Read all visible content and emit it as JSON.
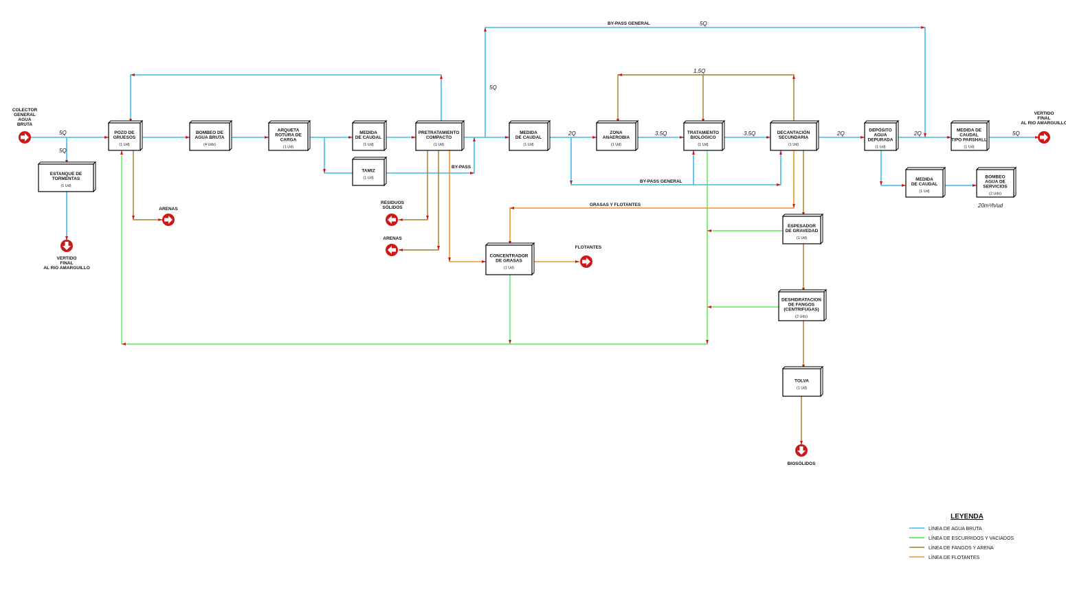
{
  "colors": {
    "agua_bruta": "#3cbde8",
    "escurridos": "#3de63d",
    "fangos": "#a07a2a",
    "flotantes": "#f0922c",
    "arrow": "#d01818"
  },
  "units": [
    {
      "id": "pozo",
      "lines": [
        "POZO DE",
        "GRUESOS"
      ],
      "unit": "(1 Ud)"
    },
    {
      "id": "bombeo",
      "lines": [
        "BOMBEO DE",
        "AGUA BRUTA"
      ],
      "unit": "(4 Uds)"
    },
    {
      "id": "arqueta",
      "lines": [
        "ARQUETA",
        "ROTURA DE",
        "CARGA"
      ],
      "unit": "(1 Ud)"
    },
    {
      "id": "medida1",
      "lines": [
        "MEDIDA",
        "DE CAUDAL"
      ],
      "unit": "(1 Ud)"
    },
    {
      "id": "tamiz",
      "lines": [
        "TAMIZ"
      ],
      "unit": "(1 Ud)"
    },
    {
      "id": "pretrat",
      "lines": [
        "PRETRATAMIENTO",
        "COMPACTO"
      ],
      "unit": "(1 Ud)"
    },
    {
      "id": "medida2",
      "lines": [
        "MEDIDA",
        "DE CAUDAL"
      ],
      "unit": "(1 Ud)"
    },
    {
      "id": "anaerobia",
      "lines": [
        "ZONA",
        "ANAEROBIA"
      ],
      "unit": "(1 Ud)"
    },
    {
      "id": "biologico",
      "lines": [
        "TRATAMIENTO",
        "BIOLÓGICO"
      ],
      "unit": "(1 Ud)"
    },
    {
      "id": "decantacion",
      "lines": [
        "DECANTACIÓN",
        "SECUNDARIA"
      ],
      "unit": "(1 Ud)"
    },
    {
      "id": "deposito",
      "lines": [
        "DEPÓSITO",
        "AGUA",
        "DEPURADA"
      ],
      "unit": "(1 Ud)"
    },
    {
      "id": "parshall",
      "lines": [
        "MEDIDA DE",
        "CAUDAL",
        "TIPO PARSHALL"
      ],
      "unit": "(1 Ud)"
    },
    {
      "id": "medida3",
      "lines": [
        "MEDIDA",
        "DE CAUDAL"
      ],
      "unit": "(1 Ud)"
    },
    {
      "id": "bombeo_serv",
      "lines": [
        "BOMBEO",
        "AGUA DE",
        "SERVICIOS"
      ],
      "unit": "(2 Uds)"
    },
    {
      "id": "estanque",
      "lines": [
        "ESTANQUE DE",
        "TORMENTAS"
      ],
      "unit": "(1 Ud)"
    },
    {
      "id": "concentrador",
      "lines": [
        "CONCENTRADOR",
        "DE GRASAS"
      ],
      "unit": "(1 Ud)"
    },
    {
      "id": "espesador",
      "lines": [
        "ESPESADOR",
        "DE GRAVEDAD"
      ],
      "unit": "(1 Ud)"
    },
    {
      "id": "deshidratacion",
      "lines": [
        "DESHIDRATACION",
        "DE FANGOS",
        "(CENTRIFUGAS)"
      ],
      "unit": "(2 Uds)"
    },
    {
      "id": "tolva",
      "lines": [
        "TOLVA"
      ],
      "unit": "(1 Ud)"
    }
  ],
  "terminals": {
    "colector": [
      "COLECTOR",
      "GENERAL",
      "AGUA",
      "BRUTA"
    ],
    "vertido_izq": [
      "VERTIDO",
      "FINAL",
      "AL RIO AMARGUILLO"
    ],
    "vertido_der": [
      "VERTIDO",
      "FINAL",
      "AL RIO AMARGUILLO"
    ],
    "arenas1": "ARENAS",
    "residuos": [
      "RESIDUOS",
      "SÓLIDOS"
    ],
    "arenas2": "ARENAS",
    "flotantes": "FLOTANTES",
    "biosolidos": "BIOSÓLIDOS"
  },
  "labels": {
    "bypass_general_top": "BY-PASS GENERAL",
    "bypass": "BY-PASS",
    "bypass_general_mid": "BY-PASS GENERAL",
    "grasas_flotantes": "GRASAS Y FLOTANTES",
    "servicios_rate": "20m³/h/ud"
  },
  "flows": {
    "colector_out": "5Q",
    "estanque_in": "5Q",
    "bypass_top": "5Q",
    "bypass_riser": "5Q",
    "recirc": "1.5Q",
    "medida2_out": "2Q",
    "anaerobia_out": "3.5Q",
    "biologico_out": "3.5Q",
    "decant_out": "2Q",
    "deposito_out": "2Q",
    "parshall_out": "5Q"
  },
  "legend": {
    "title": "LEYENDA",
    "items": [
      {
        "label": "LÍNEA DE AGUA BRUTA",
        "color": "#3cbde8"
      },
      {
        "label": "LÍNEA DE ESCURRIDOS Y VACIADOS",
        "color": "#3de63d"
      },
      {
        "label": "LÍNEA DE FANGOS Y ARENA",
        "color": "#a07a2a"
      },
      {
        "label": "LÍNEA DE FLOTANTES",
        "color": "#f0922c"
      }
    ]
  }
}
